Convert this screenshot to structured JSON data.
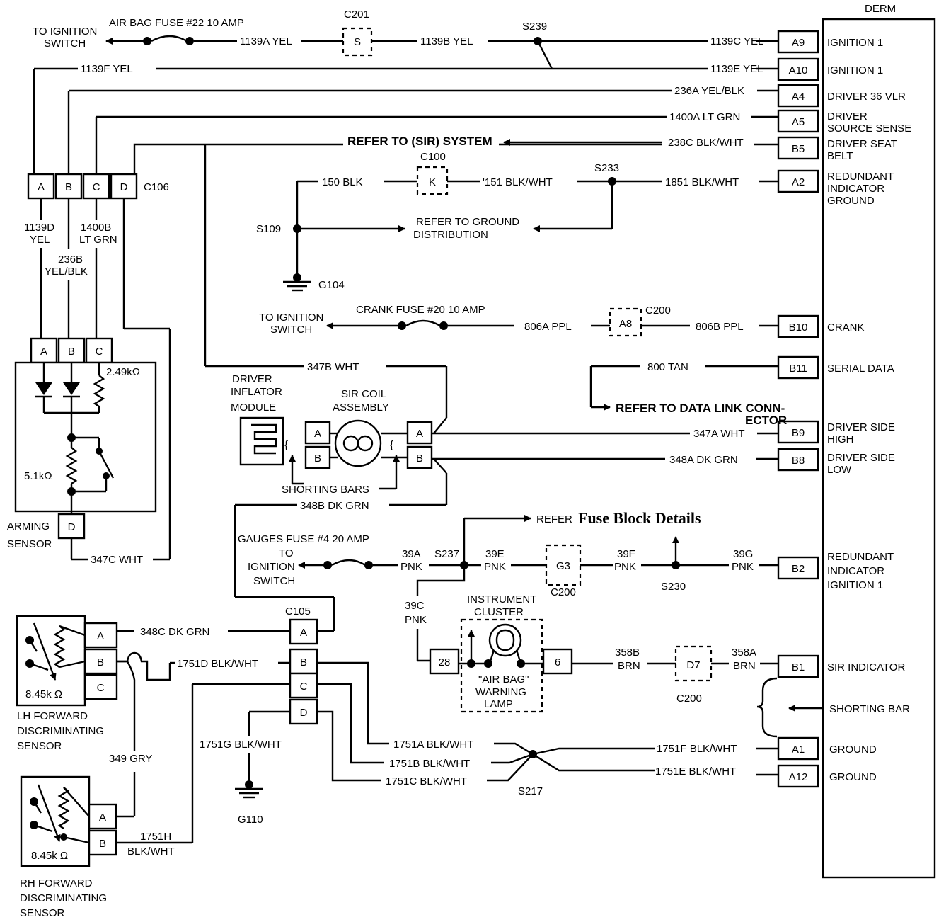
{
  "derm": {
    "title": "DERM",
    "pins": [
      {
        "pin": "A9",
        "wire": "1139C YEL",
        "func": [
          "IGNITION 1"
        ]
      },
      {
        "pin": "A10",
        "wire": "1139E YEL",
        "func": [
          "IGNITION 1"
        ]
      },
      {
        "pin": "A4",
        "wire": "236A YEL/BLK",
        "func": [
          "DRIVER 36 VLR"
        ]
      },
      {
        "pin": "A5",
        "wire": "1400A LT GRN",
        "func": [
          "DRIVER",
          "SOURCE SENSE"
        ]
      },
      {
        "pin": "B5",
        "wire": "238C BLK/WHT",
        "func": [
          "DRIVER SEAT",
          "BELT"
        ]
      },
      {
        "pin": "A2",
        "wire": "1851 BLK/WHT",
        "func": [
          "REDUNDANT",
          "INDICATOR",
          "GROUND"
        ]
      },
      {
        "pin": "B10",
        "wire": "806B PPL",
        "func": [
          "CRANK"
        ]
      },
      {
        "pin": "B11",
        "wire": "800 TAN",
        "func": [
          "SERIAL DATA"
        ]
      },
      {
        "pin": "B9",
        "wire": "347A WHT",
        "func": [
          "DRIVER SIDE",
          "HIGH"
        ]
      },
      {
        "pin": "B8",
        "wire": "348A DK GRN",
        "func": [
          "DRIVER SIDE",
          "LOW"
        ]
      },
      {
        "pin": "B2",
        "wire": "39G",
        "func": [
          "REDUNDANT",
          "INDICATOR",
          "IGNITION 1"
        ]
      },
      {
        "pin": "B1",
        "wire": "358A",
        "func": [
          "SIR INDICATOR"
        ]
      },
      {
        "pin": "A1",
        "wire": "1751F BLK/WHT",
        "func": [
          "GROUND"
        ]
      },
      {
        "pin": "A12",
        "wire": "1751E BLK/WHT",
        "func": [
          "GROUND"
        ]
      }
    ],
    "shorting_bar": "SHORTING BAR"
  },
  "top": {
    "to_ignition": [
      "TO IGNITION",
      "SWITCH"
    ],
    "air_bag_fuse": "AIR BAG FUSE #22 10 AMP",
    "w1139a": "1139A YEL",
    "c201": "C201",
    "c201_pin": "S",
    "w1139b": "1139B YEL",
    "s239": "S239",
    "w1139f": "1139F YEL"
  },
  "c106": {
    "label": "C106",
    "pins": [
      "A",
      "B",
      "C",
      "D"
    ],
    "w1139d": [
      "1139D",
      "YEL"
    ],
    "w1400b": [
      "1400B",
      "LT GRN"
    ],
    "w236b": [
      "236B",
      "YEL/BLK"
    ]
  },
  "ground_section": {
    "refer_sir": "REFER TO (SIR) SYSTEM",
    "c100": "C100",
    "c100_pin": "K",
    "w150": "150 BLK",
    "w151": "'151 BLK/WHT",
    "s233": "S233",
    "s109": "S109",
    "refer_ground": [
      "REFER TO GROUND",
      "DISTRIBUTION"
    ],
    "g104": "G104"
  },
  "crank": {
    "to_ignition": [
      "TO IGNITION",
      "SWITCH"
    ],
    "fuse": "CRANK FUSE #20 10 AMP",
    "w806a": "806A PPL",
    "c200": "C200",
    "pin": "A8"
  },
  "arming": {
    "pins": [
      "A",
      "B",
      "C"
    ],
    "r1": "2.49kΩ",
    "r2": "5.1kΩ",
    "pin_d": "D",
    "label": [
      "ARMING",
      "SENSOR"
    ],
    "w347c": "347C WHT"
  },
  "inflator": {
    "w347b": "347B WHT",
    "module_label": [
      "DRIVER",
      "INFLATOR",
      "MODULE"
    ],
    "coil_label": [
      "SIR COIL",
      "ASSEMBLY"
    ],
    "pins": [
      "A",
      "B"
    ],
    "shorting_bars": "SHORTING BARS",
    "w348b": "348B DK GRN"
  },
  "data_link": {
    "refer": [
      "REFER TO DATA LINK CONN-",
      "ECTOR"
    ]
  },
  "gauges": {
    "refer": "REFER",
    "fuse_block": "Fuse Block Details",
    "fuse": "GAUGES FUSE #4 20 AMP",
    "to_ignition": [
      "TO",
      "IGNITION",
      "SWITCH"
    ],
    "w39a": [
      "39A",
      "PNK"
    ],
    "s237": "S237",
    "w39e": [
      "39E",
      "PNK"
    ],
    "g3": "G3",
    "c200": "C200",
    "w39f": [
      "39F",
      "PNK"
    ],
    "s230": "S230",
    "w39g": [
      "39G",
      "PNK"
    ],
    "w39c": [
      "39C",
      "PNK"
    ]
  },
  "cluster": {
    "label": [
      "INSTRUMENT",
      "CLUSTER"
    ],
    "pin28": "28",
    "pin6": "6",
    "lamp": [
      "\"AIR BAG\"",
      "WARNING",
      "LAMP"
    ],
    "w358b": [
      "358B",
      "BRN"
    ],
    "d7": "D7",
    "c200": "C200",
    "w358a": [
      "358A",
      "BRN"
    ]
  },
  "c105": {
    "label": "C105",
    "pins": [
      "A",
      "B",
      "C",
      "D"
    ],
    "w348c": "348C DK GRN",
    "w1751d": "1751D BLK/WHT",
    "w1751g": "1751G BLK/WHT",
    "g110": "G110",
    "w1751a": "1751A BLK/WHT",
    "w1751b": "1751B BLK/WHT",
    "w1751c": "1751C BLK/WHT",
    "s217": "S217"
  },
  "lh_sensor": {
    "pins": [
      "A",
      "B",
      "C"
    ],
    "r": "8.45k Ω",
    "label": [
      "LH FORWARD",
      "DISCRIMINATING",
      "SENSOR"
    ]
  },
  "rh_sensor": {
    "pins": [
      "A",
      "B"
    ],
    "r": "8.45k Ω",
    "label": [
      "RH FORWARD",
      "DISCRIMINATING",
      "SENSOR"
    ],
    "w349": "349 GRY",
    "w1751h": [
      "1751H",
      "BLK/WHT"
    ]
  }
}
